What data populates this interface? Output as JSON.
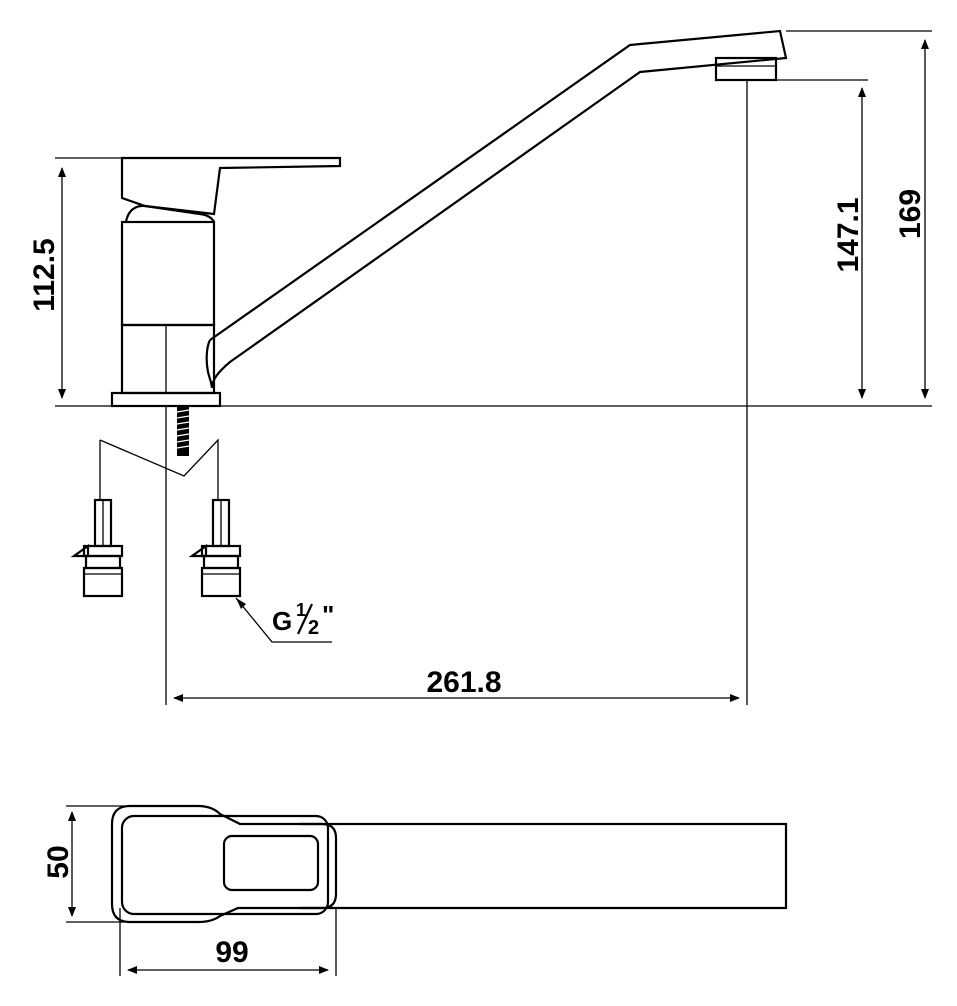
{
  "diagram": {
    "dimensions": {
      "base_height": "112.5",
      "spout_height": "147.1",
      "total_height": "169",
      "spout_reach": "261.8",
      "handle_width": "50",
      "handle_length": "99"
    },
    "thread_label": {
      "prefix": "G",
      "numerator": "1",
      "denominator": "2",
      "suffix": "\""
    }
  }
}
